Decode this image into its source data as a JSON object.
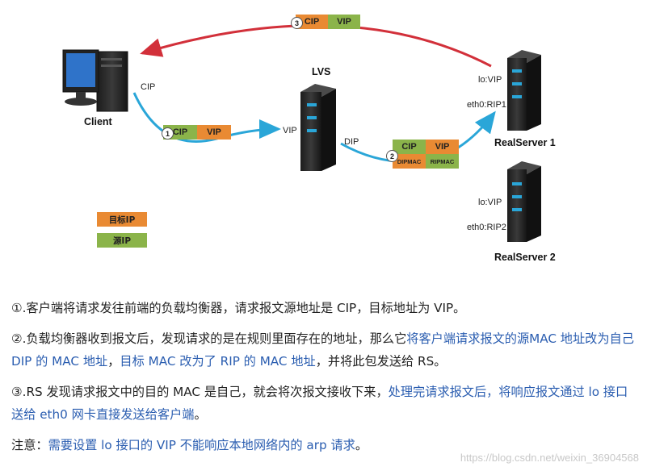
{
  "diagram": {
    "client_label": "Client",
    "client_ip": "CIP",
    "lvs_label": "LVS",
    "lvs_vip": "VIP",
    "lvs_dip": "DIP",
    "rs1_label": "RealServer  1",
    "rs1_lo": "lo:VIP",
    "rs1_eth": "eth0:RIP1",
    "rs2_label": "RealServer  2",
    "rs2_lo": "lo:VIP",
    "rs2_eth": "eth0:RIP2",
    "packet1": {
      "step": "1",
      "src": "CIP",
      "dst": "VIP"
    },
    "packet2": {
      "step": "2",
      "src": "CIP",
      "dst": "VIP",
      "src_mac": "DIPMAC",
      "dst_mac": "RIPMAC"
    },
    "packet3": {
      "step": "3",
      "src": "CIP",
      "dst": "VIP"
    },
    "legend": {
      "target": "目标IP",
      "source": "源IP"
    },
    "colors": {
      "source": "#8bb44a",
      "target": "#e98a33",
      "arrow_blue": "#2aa6d8",
      "arrow_red": "#d2303a"
    }
  },
  "notes": {
    "n1": "①.客户端将请求发往前端的负载均衡器，请求报文源地址是 CIP，目标地址为 VIP。",
    "n2_a": "②.负载均衡器收到报文后，发现请求的是在规则里面存在的地址，那么它",
    "n2_b": "将客户端请求报文的源MAC 地址改为自己 DIP 的 MAC 地址",
    "n2_c": "，",
    "n2_d": "目标 MAC 改为了 RIP 的 MAC 地址",
    "n2_e": "，并将此包发送给 RS。",
    "n3_a": "③.RS 发现请求报文中的目的 MAC 是自己，就会将次报文接收下来，",
    "n3_b": "处理完请求报文后，将响应报文通过 lo 接口送给 eth0 网卡直接发送给客户端",
    "n3_c": "。",
    "n4_a": "注意：",
    "n4_b": "需要设置 lo 接口的 VIP 不能响应本地网络内的 arp 请求",
    "n4_c": "。"
  },
  "watermark": "https://blog.csdn.net/weixin_36904568"
}
